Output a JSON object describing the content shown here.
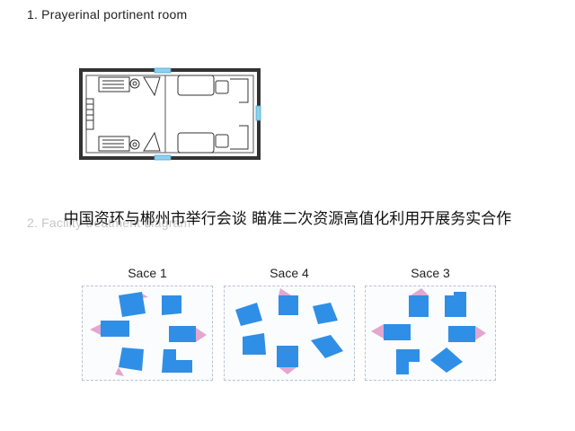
{
  "section1": {
    "heading": "1. Prayerinal portinent room"
  },
  "section2": {
    "heading": "2. Facility treatment diagram"
  },
  "overlay_caption": "中国资环与郴州市举行会谈 瞄准二次资源高值化利用开展务实合作",
  "colors": {
    "block": "#2f8fe6",
    "tab": "#e3a6cf",
    "frame": "#b8c4cf",
    "wall": "#333333",
    "window": "#8fd0ee"
  },
  "spaces": [
    {
      "title": "Sace 1"
    },
    {
      "title": "Sace 4"
    },
    {
      "title": "Sace 3"
    }
  ]
}
